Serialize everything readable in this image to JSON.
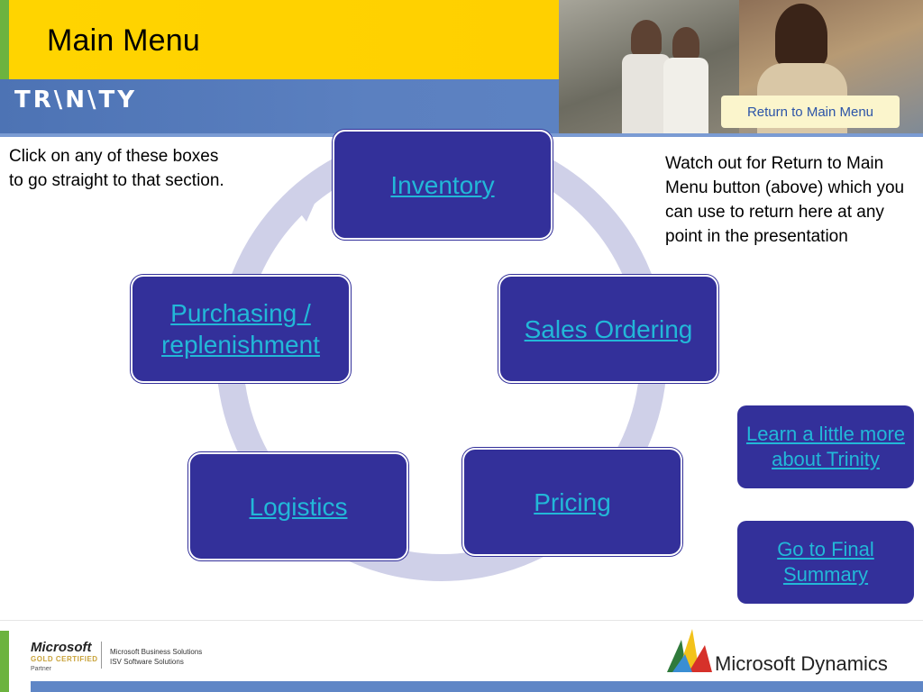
{
  "header": {
    "title": "Main Menu",
    "logo_text": "TR\\N\\TY",
    "return_button": "Return to Main Menu"
  },
  "notes": {
    "left": "Click on any of these boxes to go straight to that section.",
    "right": "Watch out for Return to Main Menu button (above) which you can use to return here at any point in the presentation"
  },
  "cycle": {
    "inventory": "Inventory",
    "sales_ordering": "Sales Ordering",
    "pricing": "Pricing",
    "logistics": "Logistics",
    "purchasing": "Purchasing / replenishment"
  },
  "side_links": {
    "learn_more": "Learn a little more about Trinity",
    "final_summary": "Go to Final Summary"
  },
  "footer": {
    "microsoft": "Microsoft",
    "gold_certified": "GOLD CERTIFIED",
    "partner": "Partner",
    "business_solutions": "Microsoft Business Solutions",
    "isv": "ISV Software Solutions",
    "dynamics": "Microsoft Dynamics"
  },
  "colors": {
    "box_fill": "#33309a",
    "link_text": "#22b8d8",
    "header_yellow": "#ffd400",
    "header_blue": "#5b80c0",
    "ring": "#cfd0e8"
  }
}
